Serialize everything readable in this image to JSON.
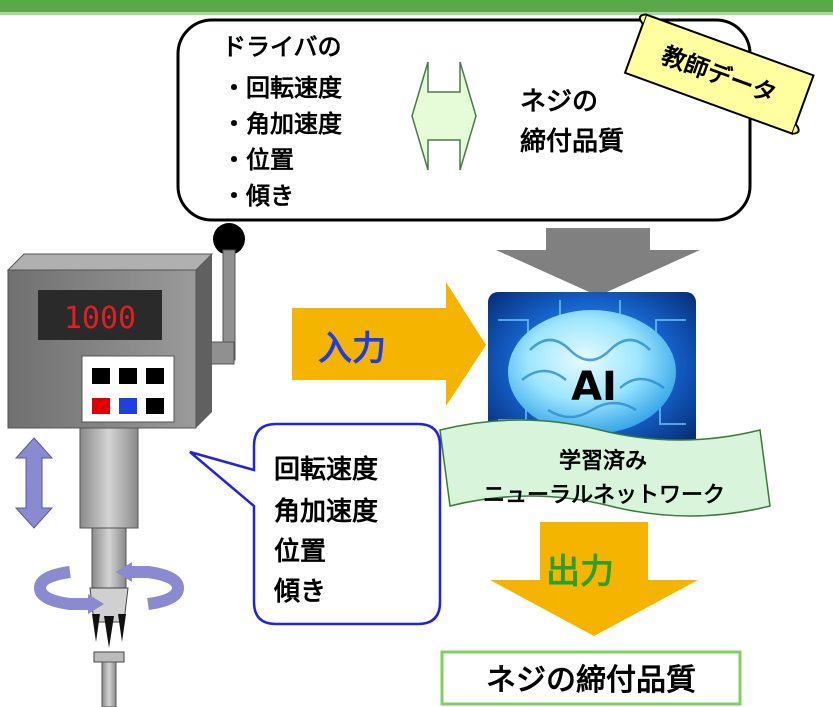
{
  "teacher_box": {
    "driver_title": "ドライバの",
    "driver_items": [
      "・回転速度",
      "・角加速度",
      "・位置",
      "・傾き"
    ],
    "quality_lines": [
      "ネジの",
      "締付品質"
    ],
    "scroll_label": "教師データ"
  },
  "machine": {
    "display_value": "1000",
    "display_color": "#e02020",
    "button_colors": [
      "#000000",
      "#000000",
      "#000000",
      "#e00000",
      "#1e40e0",
      "#000000"
    ]
  },
  "input_label": "入力",
  "ai": {
    "chip_label": "AI",
    "banner_lines": [
      "学習済み",
      "ニューラルネットワーク"
    ]
  },
  "speech_items": [
    "回転速度",
    "角加速度",
    "位置",
    "傾き"
  ],
  "output_label": "出力",
  "result_label": "ネジの締付品質",
  "colors": {
    "top_bar": "#5aa84a",
    "arrow_yellow": "#f5b400",
    "input_text": "#1e3ce8",
    "output_text": "#2aa02a",
    "banner_fill": "#d8f4da",
    "double_arrow": "#e6fbd8",
    "scroll_fill": "#ffffa0"
  }
}
